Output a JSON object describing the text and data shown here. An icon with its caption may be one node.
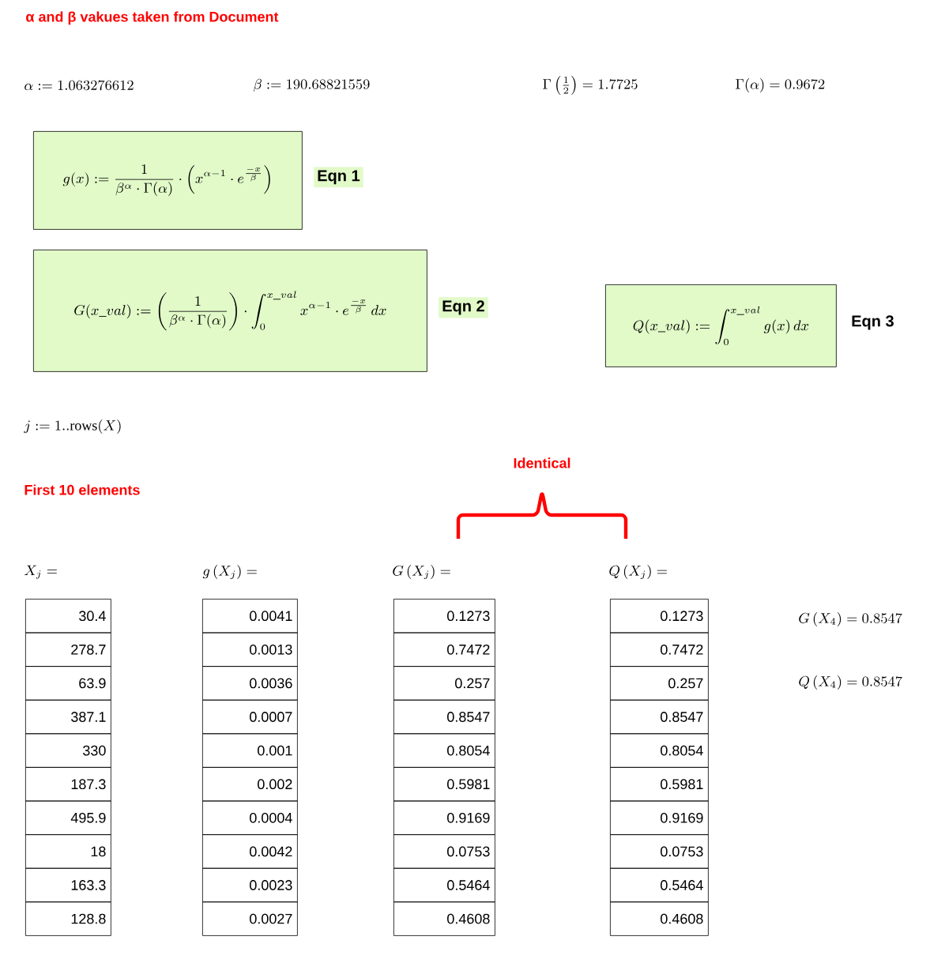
{
  "diagram": {
    "title": "α and β vakues taken from Document",
    "nodes": [
      {
        "text": [
          "g(x) := \\frac{1}{\\beta^{\\alpha}\\cdot\\Gamma(\\alpha)}\\cdot\\left(x^{\\alpha-1}\\cdot e^{\\frac{-x}{\\beta}}\\right)"
        ],
        "beside": [
          "Eqn 1"
        ]
      },
      {
        "text": [
          "G(x\\_val) := \\left(\\frac{1}{\\beta^{\\alpha}\\cdot\\Gamma(\\alpha)}\\right)\\cdot\\int_{0}^{x\\_val} x^{\\alpha-1}\\cdot e^{\\frac{-x}{\\beta}}\\,dx"
        ],
        "beside": [
          "Eqn 2"
        ]
      },
      {
        "text": [
          "Q(x\\_val) := \\int_{0}^{x\\_val} g(x)\\,dx"
        ],
        "beside": [
          "Eqn 3"
        ]
      }
    ],
    "labels": [
      "\\alpha := 1.063276612",
      "\\beta := 190.68821559",
      "\\Gamma\\left(\\frac{1}{2}\\right) = 1.7725",
      "\\Gamma(\\alpha) = 0.9672",
      "j := 1..\\mathrm{rows}(X)",
      "First 10 elements",
      "Identical",
      "X_{j} =",
      "g\\left(X_{j}\\right) =",
      "G\\left(X_{j}\\right) =",
      "Q\\left(X_{j}\\right) =",
      "30.4",
      "0.0041",
      "0.1273",
      "0.1273",
      "278.7",
      "0.0013",
      "0.7472",
      "0.7472",
      "63.9",
      "0.0036",
      "0.257",
      "0.257",
      "387.1",
      "0.0007",
      "0.8547",
      "0.8547",
      "330",
      "0.001",
      "0.8054",
      "0.8054",
      "187.3",
      "0.002",
      "0.5981",
      "0.5981",
      "495.9",
      "0.0004",
      "0.9169",
      "0.9169",
      "18",
      "0.0042",
      "0.0753",
      "0.0753",
      "163.3",
      "0.0023",
      "0.5464",
      "0.5464",
      "128.8",
      "0.0027",
      "0.4608",
      "0.4608",
      "G\\left(X_{4}\\right) = 0.8547",
      "Q\\left(X_{4}\\right) = 0.8547"
    ]
  }
}
